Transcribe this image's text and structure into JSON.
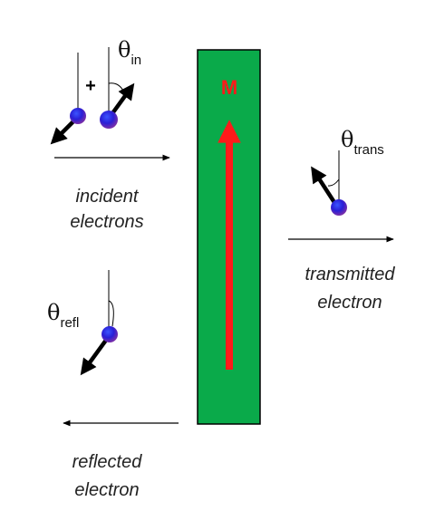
{
  "magnet": {
    "label": "M",
    "fill_color": "#0aaa4a",
    "arrow_color": "#ff1a1a"
  },
  "incident": {
    "line1": "incident",
    "line2": "electrons",
    "plus_sign": "+",
    "theta_symbol": "θ",
    "theta_subscript": "in"
  },
  "transmitted": {
    "line1": "transmitted",
    "line2": "electron",
    "theta_symbol": "θ",
    "theta_subscript": "trans"
  },
  "reflected": {
    "line1": "reflected",
    "line2": "electron",
    "theta_symbol": "θ",
    "theta_subscript": "refl"
  },
  "colors": {
    "electron_core": "#2a1fd6",
    "electron_rim": "#7a2fa8",
    "spin_arrow": "#000000"
  },
  "icons": [
    "electron-sphere-icon",
    "spin-arrow-icon",
    "direction-arrow-icon"
  ]
}
